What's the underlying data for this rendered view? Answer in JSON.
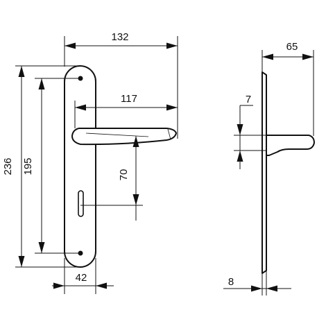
{
  "drawing": {
    "front_view": {
      "dimensions": {
        "overall_width": "132",
        "spindle_to_lever_tip": "117",
        "plate_height": "236",
        "screw_center_distance": "195",
        "spindle_to_keyhole": "70",
        "plate_width": "42"
      }
    },
    "side_view": {
      "dimensions": {
        "projection": "65",
        "lever_thickness": "7",
        "plate_thickness": "8"
      }
    },
    "colors": {
      "line": "#111111",
      "background": "#ffffff"
    }
  }
}
